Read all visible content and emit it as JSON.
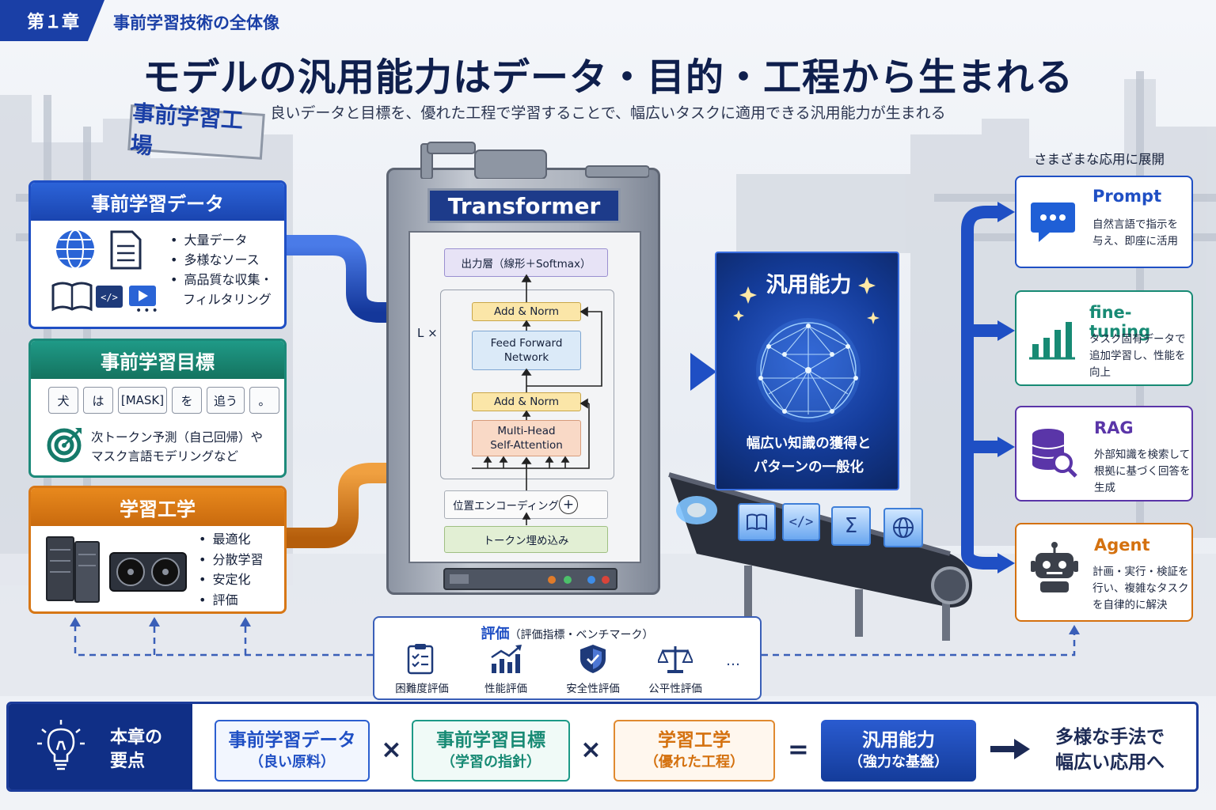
{
  "header": {
    "chapter_label": "第１章",
    "chapter_title": "事前学習技術の全体像",
    "title": "モデルの汎用能力はデータ・目的・工程から生まれる",
    "subtitle": "良いデータと目標を、優れた工程で学習することで、幅広いタスクに適用できる汎用能力が生まれる",
    "factory_sign": "事前学習工場"
  },
  "inputs": {
    "data": {
      "title": "事前学習データ",
      "bullets": [
        "大量データ",
        "多様なソース",
        "高品質な収集・",
        "フィルタリング"
      ],
      "icons": [
        "globe-icon",
        "document-icon",
        "book-icon",
        "code-icon",
        "video-icon"
      ],
      "more": "•••"
    },
    "objective": {
      "title": "事前学習目標",
      "tokens": [
        "犬",
        "は",
        "[MASK]",
        "を",
        "追う",
        "。"
      ],
      "description_lines": [
        "次トークン予測（自己回帰）や",
        "マスク言語モデリングなど"
      ]
    },
    "engineering": {
      "title": "学習工学",
      "bullets": [
        "最適化",
        "分散学習",
        "安定化",
        "評価"
      ]
    }
  },
  "transformer": {
    "title": "Transformer",
    "output_layer": "出力層（線形＋Softmax）",
    "repeat_label": "L ×",
    "add_norm_top": "Add & Norm",
    "ffn_line1": "Feed Forward",
    "ffn_line2": "Network",
    "add_norm_bottom": "Add & Norm",
    "attn_line1": "Multi-Head",
    "attn_line2": "Self-Attention",
    "positional": "位置エンコーディング",
    "plus": "+",
    "embedding": "トークン埋め込み"
  },
  "generalization": {
    "title": "汎用能力",
    "line1": "幅広い知識の獲得と",
    "line2": "パターンの一般化"
  },
  "applications": {
    "heading": "さまざまな応用に展開",
    "cards": [
      {
        "title": "Prompt",
        "lines": [
          "自然言語で指示を",
          "与え、即座に活用"
        ],
        "color": "#1f4fc4",
        "icon": "chat-icon"
      },
      {
        "title": "fine-tuning",
        "lines": [
          "タスク固有データで",
          "追加学習し、性能を",
          "向上"
        ],
        "color": "#178a74",
        "icon": "bar-chart-icon"
      },
      {
        "title": "RAG",
        "lines": [
          "外部知識を検索して",
          "根拠に基づく回答を",
          "生成"
        ],
        "color": "#5a35a8",
        "icon": "database-search-icon"
      },
      {
        "title": "Agent",
        "lines": [
          "計画・実行・検証を",
          "行い、複雑なタスク",
          "を自律的に解決"
        ],
        "color": "#d4710f",
        "icon": "robot-icon"
      }
    ]
  },
  "evaluation": {
    "title": "評価",
    "title_note": "（評価指標・ベンチマーク）",
    "items": [
      {
        "label": "困難度評価",
        "icon": "checklist-icon"
      },
      {
        "label": "性能評価",
        "icon": "trend-chart-icon"
      },
      {
        "label": "安全性評価",
        "icon": "shield-icon"
      },
      {
        "label": "公平性評価",
        "icon": "scale-icon"
      }
    ],
    "more": "…"
  },
  "summary": {
    "label_line1": "本章の",
    "label_line2": "要点",
    "boxes": [
      {
        "line1": "事前学習データ",
        "line2": "（良い原料）"
      },
      {
        "line1": "事前学習目標",
        "line2": "（学習の指針）"
      },
      {
        "line1": "学習工学",
        "line2": "（優れた工程）"
      },
      {
        "line1": "汎用能力",
        "line2": "（強力な基盤）"
      }
    ],
    "op_times": "×",
    "op_equals": "=",
    "result_line1": "多様な手法で",
    "result_line2": "幅広い応用へ"
  },
  "colors": {
    "blue": "#1f4fc4",
    "teal": "#1d8a7a",
    "orange": "#d77716",
    "purple": "#5a35a8",
    "navy": "#102f86"
  }
}
